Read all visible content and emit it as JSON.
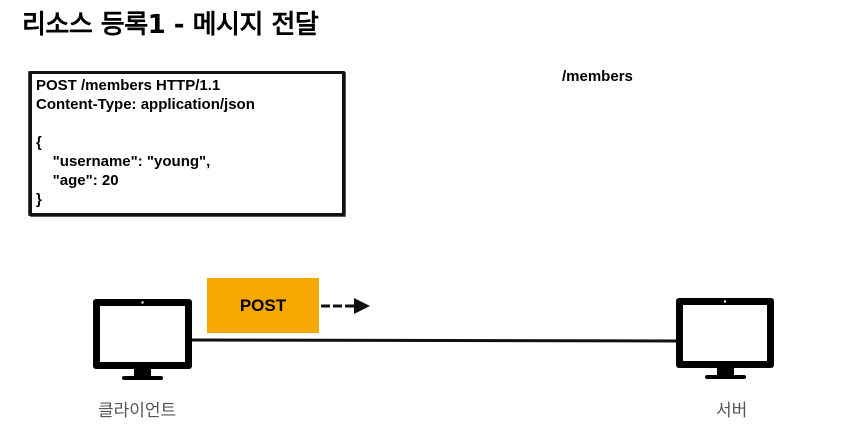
{
  "title": "리소스 등록1 - 메시지 전달",
  "request_message": "POST /members HTTP/1.1\nContent-Type: application/json\n\n{\n    \"username\": \"young\",\n    \"age\": 20\n}",
  "resource_path": "/members",
  "method_label": "POST",
  "client_label": "클라이언트",
  "server_label": "서버",
  "colors": {
    "method_box": "#f5a800",
    "line": "#111111"
  },
  "icons": [
    "monitor-icon",
    "arrow-right-icon"
  ]
}
